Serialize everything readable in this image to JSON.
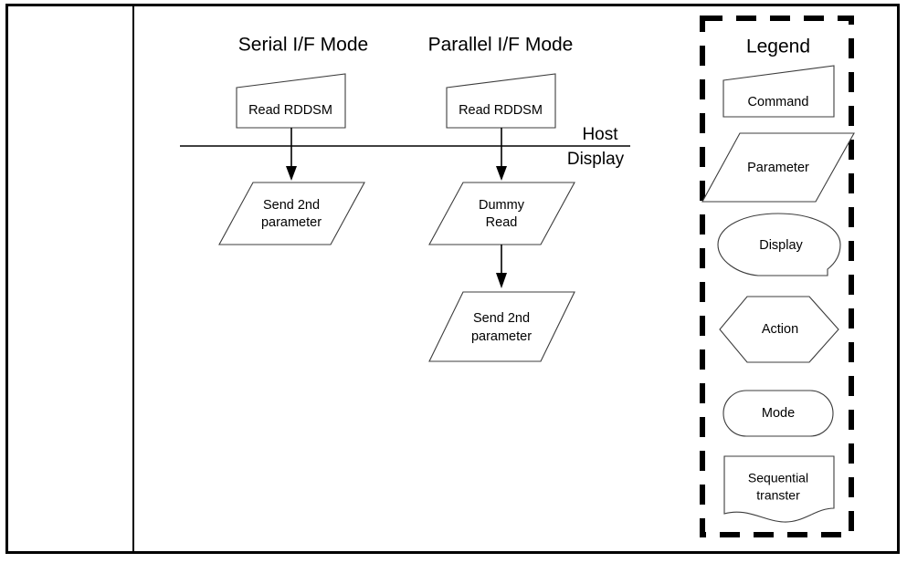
{
  "page": {
    "background_color": "#ffffff",
    "border_color": "#000000",
    "line_color": "#000000",
    "shape_stroke_color": "#3c3c3c"
  },
  "columns": {
    "serial": {
      "title": "Serial I/F Mode",
      "nodes": [
        {
          "id": "serial-read-rddsm",
          "label": "Read RDDSM",
          "shape": "command"
        },
        {
          "id": "serial-send-2nd-parameter",
          "label_line1": "Send 2nd",
          "label_line2": "parameter",
          "shape": "parameter"
        }
      ]
    },
    "parallel": {
      "title": "Parallel I/F Mode",
      "nodes": [
        {
          "id": "parallel-read-rddsm",
          "label": "Read RDDSM",
          "shape": "command"
        },
        {
          "id": "parallel-dummy-read",
          "label_line1": "Dummy",
          "label_line2": "Read",
          "shape": "parameter"
        },
        {
          "id": "parallel-send-2nd-parameter",
          "label_line1": "Send 2nd",
          "label_line2": "parameter",
          "shape": "parameter"
        }
      ]
    }
  },
  "boundary": {
    "above_label": "Host",
    "below_label": "Display"
  },
  "legend": {
    "title": "Legend",
    "items": [
      {
        "id": "legend-command",
        "label": "Command",
        "shape": "command"
      },
      {
        "id": "legend-parameter",
        "label": "Parameter",
        "shape": "parallelogram"
      },
      {
        "id": "legend-display",
        "label": "Display",
        "shape": "blob"
      },
      {
        "id": "legend-action",
        "label": "Action",
        "shape": "hexagon"
      },
      {
        "id": "legend-mode",
        "label": "Mode",
        "shape": "stadium"
      },
      {
        "id": "legend-sequential-transfer",
        "label_line1": "Sequential",
        "label_line2": "transter",
        "shape": "document"
      }
    ]
  }
}
